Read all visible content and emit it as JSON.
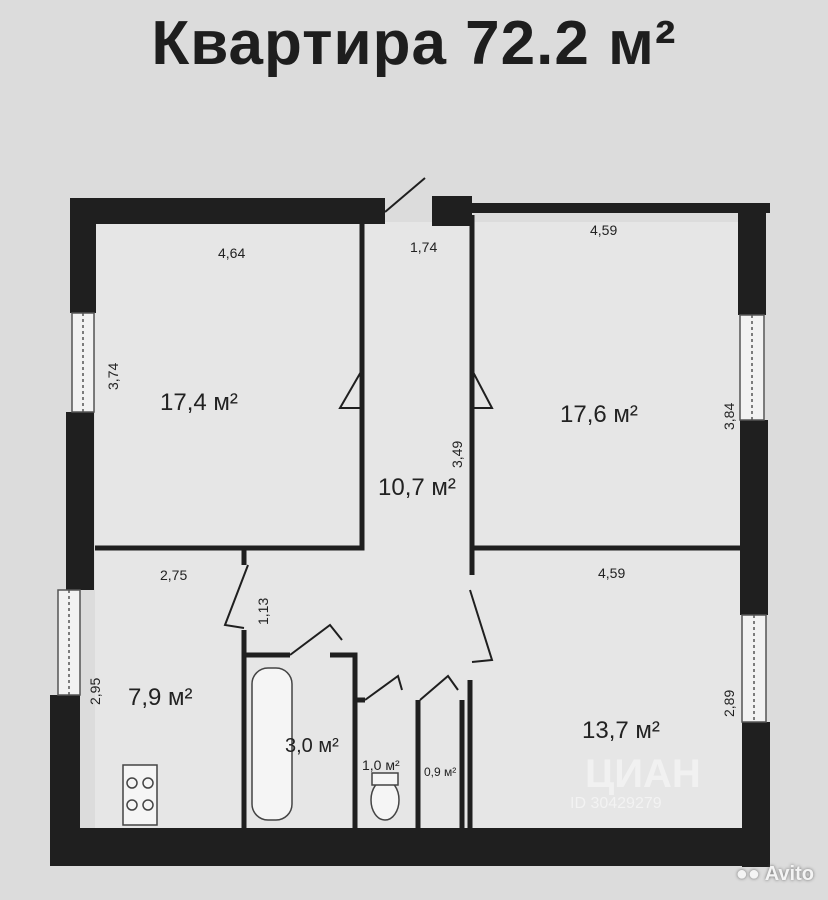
{
  "title": "Квартира 72.2 м²",
  "rooms": {
    "room_top_left": "17,4 м²",
    "room_top_right": "17,6 м²",
    "hall": "10,7 м²",
    "kitchen": "7,9 м²",
    "bathroom": "3,0 м²",
    "toilet": "1,0 м²",
    "storage": "0,9 м²",
    "room_bottom_right": "13,7 м²"
  },
  "dimensions": {
    "top_left_width": "4,64",
    "top_left_height": "3,74",
    "entrance_width": "1,74",
    "top_right_width": "4,59",
    "top_right_height": "3,84",
    "hall_height": "3,49",
    "kitchen_width": "2,75",
    "kitchen_door": "1,13",
    "kitchen_height": "2,95",
    "bottom_right_width": "4,59",
    "bottom_right_height": "2,89"
  },
  "watermarks": {
    "cian": "ЦИАН",
    "cian_id": "ID 30429279",
    "avito": "Avito"
  },
  "colors": {
    "wall": "#1f1f1f",
    "background": "#dcdcdc",
    "room_fill": "#e6e6e6"
  }
}
